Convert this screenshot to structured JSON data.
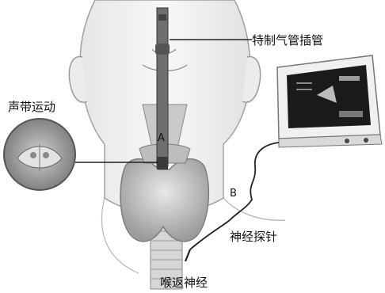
{
  "labels": {
    "tube": "特制气管插管",
    "vocal_cord": "声带运动",
    "probe": "神经探针",
    "nerve": "喉返神经",
    "point_a": "A",
    "point_b": "B"
  },
  "palette": {
    "skin": "#f3f3f3",
    "outline": "#8a8a8a",
    "gland": "#cfcfcf",
    "gland_shade": "#9a9a9a",
    "trachea": "#d8d8d8",
    "screen": "#1a1a1a",
    "monitor": "#efefef",
    "leader": "#222222"
  },
  "icons": [
    "head-illustration",
    "thyroid-gland",
    "trachea",
    "endotracheal-tube",
    "vocal-cord-view",
    "nerve-monitor",
    "probe-cable"
  ]
}
